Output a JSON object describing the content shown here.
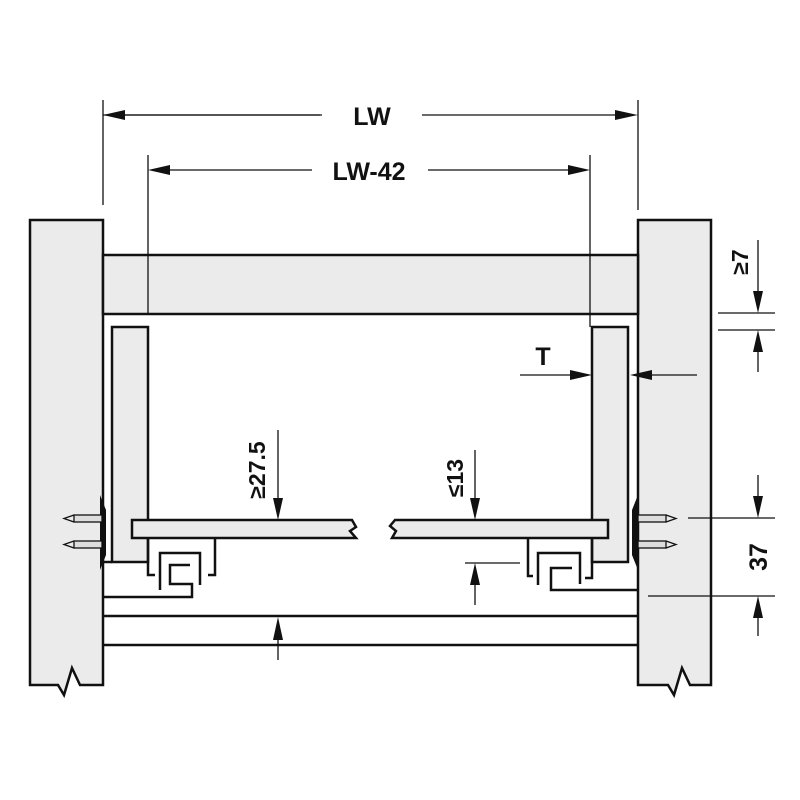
{
  "diagram": {
    "dimensions": {
      "overall_width": "LW",
      "inner_width": "LW-42",
      "side_thickness": "T",
      "top_gap": "≥7",
      "bottom_height_left": "≥27.5",
      "bottom_height_right": "≤13",
      "runner_height": "37"
    },
    "colors": {
      "part_fill": "#ebebeb",
      "line": "#111111"
    }
  }
}
